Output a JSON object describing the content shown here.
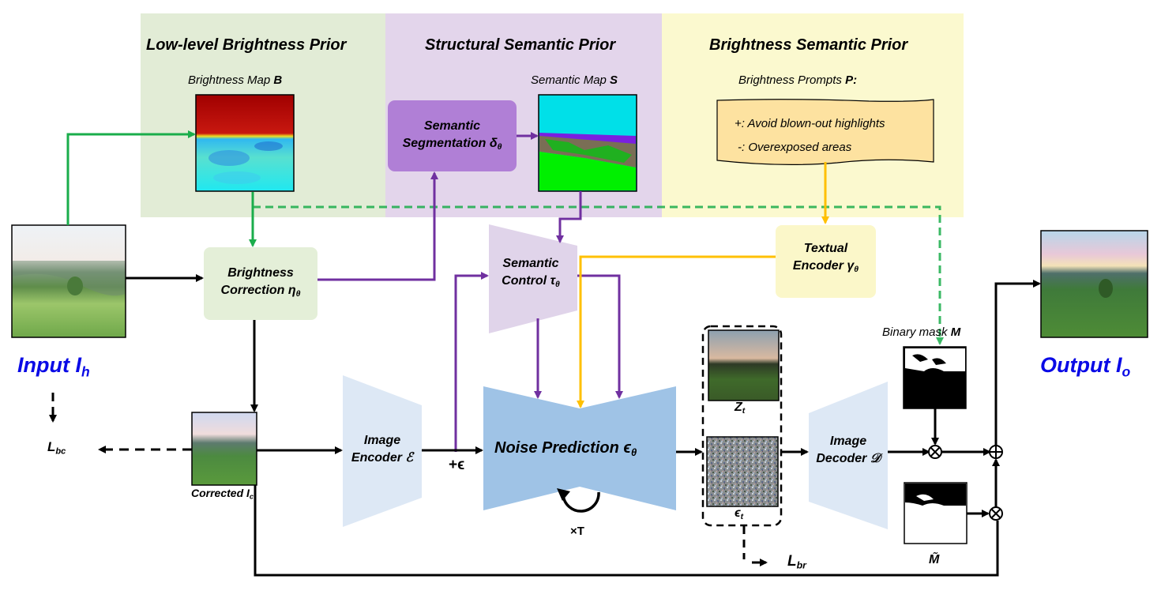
{
  "regions": {
    "low_level": {
      "title": "Low-level Brightness Prior",
      "map_label": "Brightness Map",
      "map_symbol": "B",
      "color": "#e2ecd6"
    },
    "structural": {
      "title": "Structural Semantic Prior",
      "map_label": "Semantic Map",
      "map_symbol": "S",
      "color": "#e3d5eb"
    },
    "brightness_semantic": {
      "title": "Brightness Semantic Prior",
      "prompts_label": "Brightness Prompts",
      "prompts_symbol": "P:",
      "color": "#fbf9cf"
    }
  },
  "prompts": {
    "positive": "+: Avoid blown-out highlights",
    "negative": "-:  Overexposed areas",
    "fill": "#fde2a0"
  },
  "blocks": {
    "semantic_segmentation": {
      "line1": "Semantic",
      "line2": "Segmentation",
      "symbol": "δ",
      "sub": "θ",
      "fill": "#b07fd6"
    },
    "brightness_correction": {
      "line1": "Brightness",
      "line2": "Correction",
      "symbol": "η",
      "sub": "θ",
      "fill": "#e4efd8"
    },
    "semantic_control": {
      "line1": "Semantic",
      "line2": "Control",
      "symbol": "τ",
      "sub": "θ",
      "fill": "#e0d4ea"
    },
    "textual_encoder": {
      "line1": "Textual",
      "line2": "Encoder",
      "symbol": "γ",
      "sub": "θ",
      "fill": "#fbf7c9"
    },
    "image_encoder": {
      "line1": "Image",
      "line2": "Encoder",
      "symbol": "ℰ",
      "fill": "#dde8f5"
    },
    "noise_prediction": {
      "label": "Noise Prediction",
      "symbol": "ϵ",
      "sub": "θ",
      "fill": "#9fc3e6"
    },
    "image_decoder": {
      "line1": "Image",
      "line2": "Decoder",
      "symbol": "𝒟",
      "fill": "#dde8f5"
    }
  },
  "labels": {
    "input": {
      "text": "Input I",
      "sub": "h"
    },
    "output": {
      "text": "Output I",
      "sub": "o"
    },
    "corrected": {
      "text": "Corrected I",
      "sub": "c"
    },
    "loss_bc": {
      "text": "L",
      "sub": "bc"
    },
    "loss_br": {
      "text": "L",
      "sub": "br"
    },
    "noise_add": "+ϵ",
    "latent": {
      "text": "Z",
      "sub": "t"
    },
    "noise": {
      "text": "ϵ",
      "sub": "t"
    },
    "repeat": "×T",
    "binary_mask": {
      "text": "Binary mask",
      "symbol": "M"
    },
    "inverse_mask": "M̃"
  },
  "operators": {
    "multiply": "⊗",
    "add": "⊕"
  },
  "colors": {
    "green_arrow": "#1aad4b",
    "purple_arrow": "#7030a0",
    "yellow_arrow": "#ffc000",
    "black_arrow": "#000000",
    "io_text": "#0a0ae6"
  }
}
